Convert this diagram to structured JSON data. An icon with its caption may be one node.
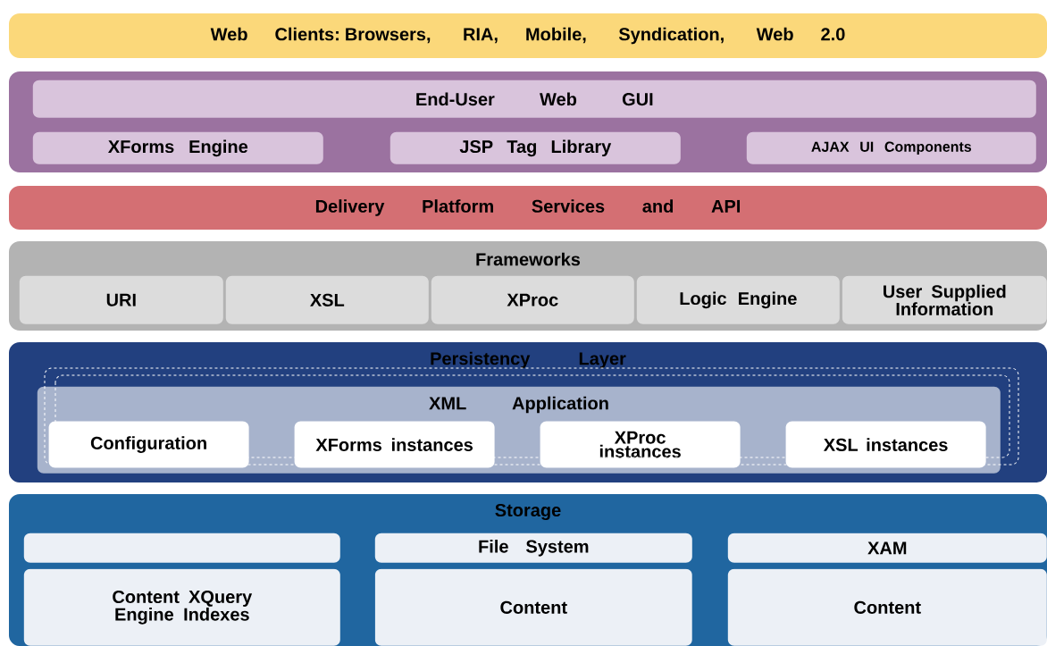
{
  "diagram": {
    "nodes": [
      {
        "text": [
          "Web Clients: Browsers, RIA, Mobile, Syndication, Web 2.0"
        ]
      },
      {
        "text": [],
        "shape": "box"
      },
      {
        "text": [
          "End-User Web GUI"
        ],
        "in": 1
      },
      {
        "text": [
          "XForms Engine"
        ],
        "in": 1
      },
      {
        "text": [
          "JSP Tag Library"
        ],
        "in": 1
      },
      {
        "text": [
          "AJAX UI Components"
        ],
        "in": 1
      },
      {
        "text": [
          "Delivery Platform Services and API"
        ]
      },
      {
        "text": [
          "Frameworks"
        ]
      },
      {
        "text": [
          "URI"
        ],
        "in": 7
      },
      {
        "text": [
          "XSL"
        ],
        "in": 7
      },
      {
        "text": [
          "XProc"
        ],
        "in": 7
      },
      {
        "text": [
          "Logic Engine"
        ],
        "in": 7
      },
      {
        "text": [
          "User Supplied Information"
        ],
        "in": 7
      },
      {
        "text": [
          "Persistency Layer"
        ]
      },
      {
        "text": [
          "XML Application"
        ],
        "in": 13
      },
      {
        "text": [
          "Configuration"
        ],
        "in": 14
      },
      {
        "text": [
          "XForms instances"
        ],
        "in": 14
      },
      {
        "text": [
          "XProc instances"
        ],
        "in": 14
      },
      {
        "text": [
          "XSL instances"
        ],
        "in": 14
      },
      {
        "text": [
          "Storage"
        ]
      },
      {
        "text": [],
        "shape": "box",
        "in": 19
      },
      {
        "text": [
          "File System"
        ],
        "in": 19
      },
      {
        "text": [
          "XAM"
        ],
        "in": 19
      },
      {
        "text": [
          "Content XQuery Engine Indexes"
        ],
        "in": 19
      },
      {
        "text": [
          "Content"
        ],
        "in": 19
      },
      {
        "text": [
          "Content"
        ],
        "in": 19
      }
    ]
  }
}
